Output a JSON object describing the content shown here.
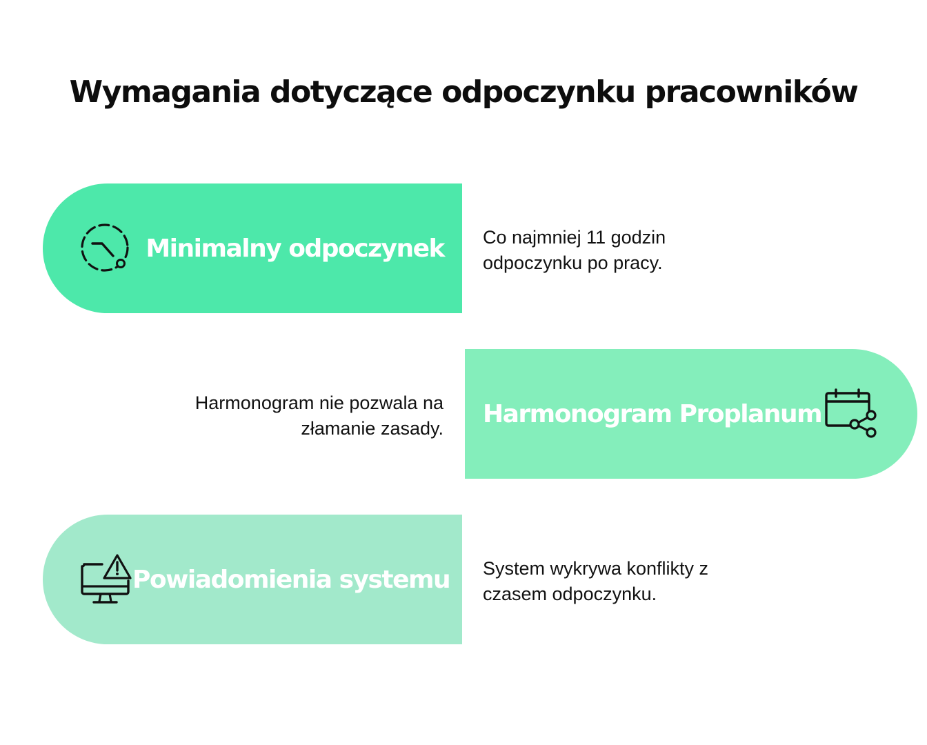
{
  "title": "Wymagania dotyczące odpoczynku pracowników",
  "items": [
    {
      "label": "Minimalny odpoczynek",
      "description_lines": [
        "Co najmniej 11 godzin",
        "odpoczynku po pracy."
      ],
      "icon": "clock-rest-icon",
      "color": "#4DE8AA"
    },
    {
      "label": "Harmonogram Proplanum",
      "description_lines": [
        "Harmonogram nie pozwala na",
        "złamanie zasady."
      ],
      "icon": "calendar-share-icon",
      "color": "#84EEBB"
    },
    {
      "label": "Powiadomienia systemu",
      "description_lines": [
        "System wykrywa konflikty z",
        "czasem odpoczynku."
      ],
      "icon": "monitor-warning-icon",
      "color": "#A2E9CB"
    }
  ]
}
